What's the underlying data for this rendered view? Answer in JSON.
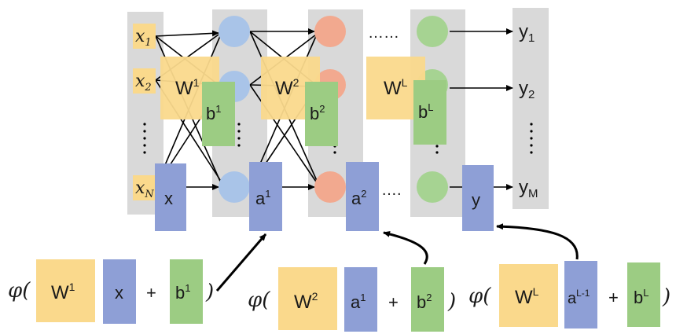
{
  "inputs": [
    {
      "base": "x",
      "sub": "1"
    },
    {
      "base": "x",
      "sub": "2"
    },
    {
      "base": "x",
      "sub": "N"
    }
  ],
  "outputs": [
    {
      "base": "y",
      "sub": "1"
    },
    {
      "base": "y",
      "sub": "2"
    },
    {
      "base": "y",
      "sub": "M"
    }
  ],
  "weights": [
    {
      "base": "W",
      "sup": "1"
    },
    {
      "base": "W",
      "sup": "2"
    },
    {
      "base": "W",
      "sup": "L"
    }
  ],
  "biases": [
    {
      "base": "b",
      "sup": "1"
    },
    {
      "base": "b",
      "sup": "2"
    },
    {
      "base": "b",
      "sup": "L"
    }
  ],
  "vectors": {
    "x": {
      "base": "x",
      "sup": ""
    },
    "a1": {
      "base": "a",
      "sup": "1"
    },
    "a2": {
      "base": "a",
      "sup": "2"
    },
    "y": {
      "base": "y",
      "sup": ""
    }
  },
  "ellipsis_h": "……",
  "ellipsis_h2": "….",
  "equations": [
    {
      "phi": "φ(",
      "w": {
        "base": "W",
        "sup": "1"
      },
      "a": {
        "base": "x",
        "sup": ""
      },
      "plus": "+",
      "b": {
        "base": "b",
        "sup": "1"
      },
      "close": ")"
    },
    {
      "phi": "φ(",
      "w": {
        "base": "W",
        "sup": "2"
      },
      "a": {
        "base": "a",
        "sup": "1"
      },
      "plus": "+",
      "b": {
        "base": "b",
        "sup": "2"
      },
      "close": ")"
    },
    {
      "phi": "φ(",
      "w": {
        "base": "W",
        "sup": "L"
      },
      "a": {
        "base": "a",
        "sup": "L-1"
      },
      "plus": "+",
      "b": {
        "base": "b",
        "sup": "L"
      },
      "close": ")"
    }
  ],
  "colors": {
    "panel": "#d9d9d9",
    "blue_node": "#a9c4e8",
    "orange_node": "#f2a98f",
    "green_node": "#a6d392",
    "weight_fill": "#fad98c",
    "bias_fill": "#9ccc83",
    "vector_fill": "#8e9fd6"
  }
}
